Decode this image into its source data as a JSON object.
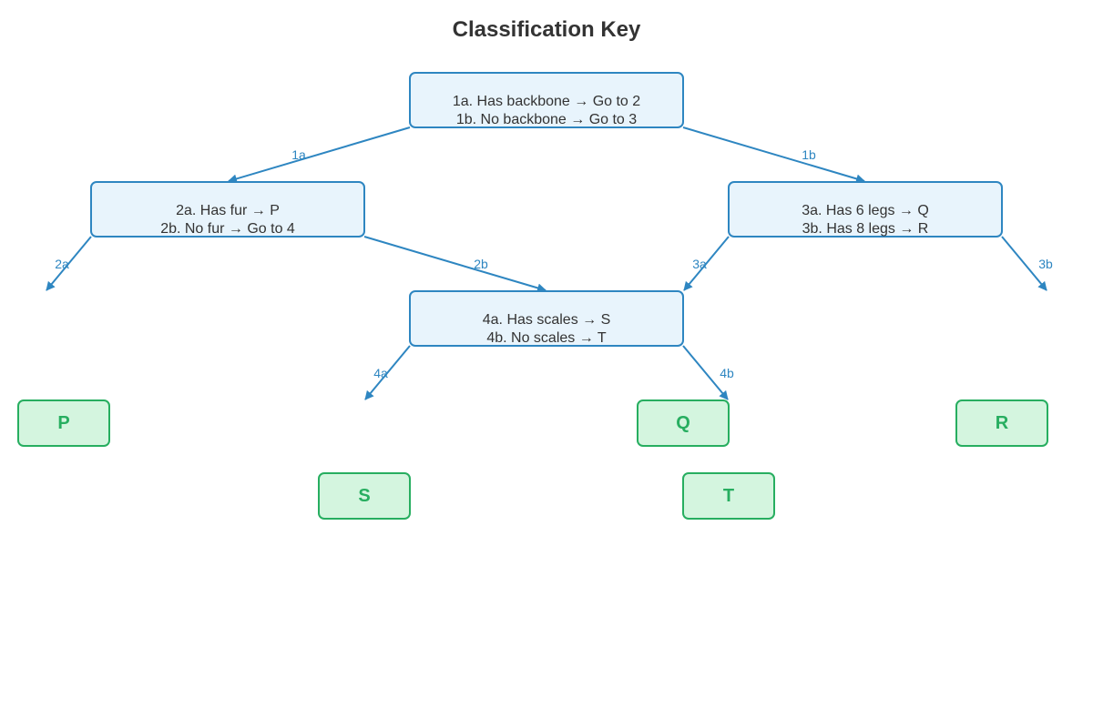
{
  "title": "Classification Key",
  "colors": {
    "edge": "#2e86c1",
    "question_fill": "#e8f4fc",
    "question_stroke": "#2e86c1",
    "result_fill": "#d4f5df",
    "result_stroke": "#27ae60",
    "result_text": "#27ae60",
    "text": "#333333"
  },
  "questions": {
    "q1": {
      "line1": "1a. Has backbone → Go to 2",
      "line2": "1b. No backbone → Go to 3"
    },
    "q2": {
      "line1": "2a. Has fur → P",
      "line2": "2b. No fur → Go to 4"
    },
    "q3": {
      "line1": "3a. Has 6 legs → Q",
      "line2": "3b. Has 8 legs → R"
    },
    "q4": {
      "line1": "4a. Has scales → S",
      "line2": "4b. No scales → T"
    }
  },
  "results": {
    "P": "P",
    "Q": "Q",
    "R": "R",
    "S": "S",
    "T": "T"
  },
  "edges": {
    "e1a": "1a",
    "e1b": "1b",
    "e2a": "2a",
    "e2b": "2b",
    "e3a": "3a",
    "e3b": "3b",
    "e4a": "4a",
    "e4b": "4b"
  }
}
